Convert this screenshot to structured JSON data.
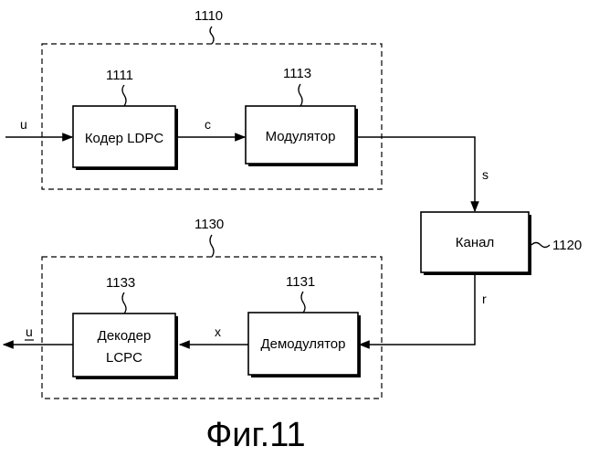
{
  "groups": {
    "transmitter_ref": "1110",
    "receiver_ref": "1130"
  },
  "blocks": {
    "ldpc_encoder": {
      "label": "Кодер LDPC",
      "ref": "1111"
    },
    "modulator": {
      "label": "Модулятор",
      "ref": "1113"
    },
    "channel": {
      "label": "Канал",
      "ref": "1120"
    },
    "demodulator": {
      "label": "Демодулятор",
      "ref": "1131"
    },
    "decoder": {
      "label_line1": "Декодер",
      "label_line2": "LCPC",
      "ref": "1133"
    }
  },
  "signals": {
    "input_u": "u",
    "codeword_c": "c",
    "transmitted_s": "s",
    "received_r": "r",
    "demodulated_x": "x",
    "output_u_hat": "u"
  },
  "caption": "Фиг.11"
}
